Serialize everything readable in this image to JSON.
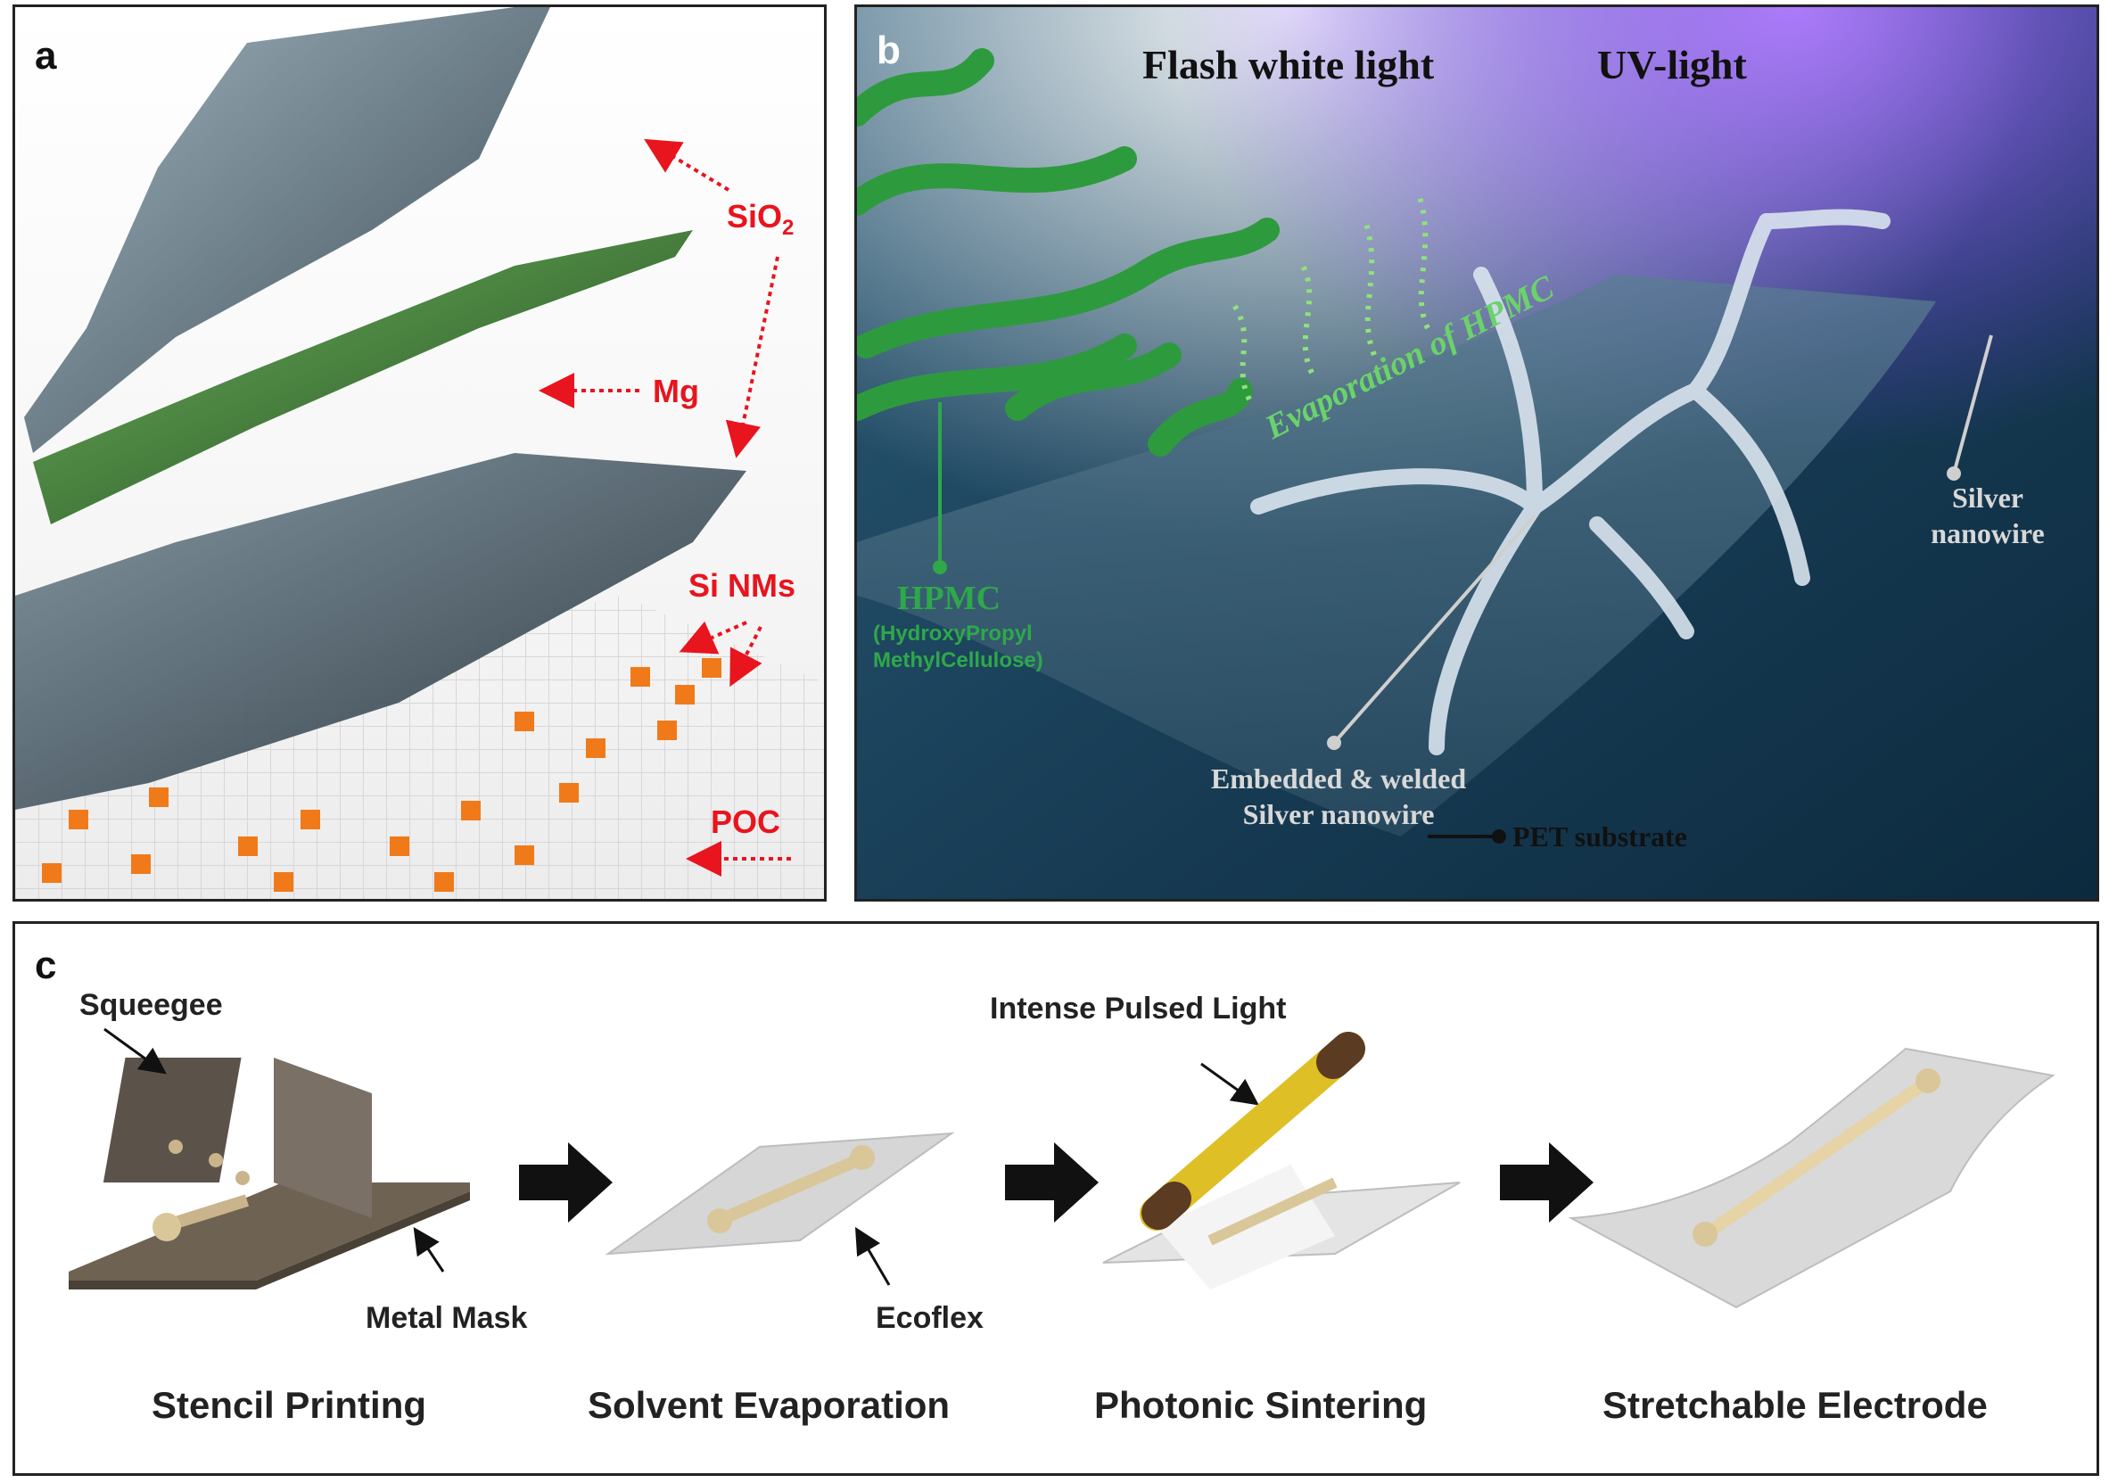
{
  "panel_a": {
    "letter": "a",
    "labels": {
      "sio2": "SiO",
      "sio2_sub": "2",
      "mg": "Mg",
      "si_nms": "Si NMs",
      "poc": "POC"
    },
    "colors": {
      "label": "#e8141e",
      "mg_layer": "#2f6b2a",
      "sio2_layer": "#5d6f7c",
      "poc_block": "#f07a1a"
    }
  },
  "panel_b": {
    "letter": "b",
    "title_left": "Flash white light",
    "title_right": "UV-light",
    "evaporation": "Evaporation of HPMC",
    "hpmc": "HPMC",
    "hpmc_line1": "(HydroxyPropyl",
    "hpmc_line2": "MethylCellulose)",
    "silver_line1": "Silver",
    "silver_line2": "nanowire",
    "embedded_line1": "Embedded & welded",
    "embedded_line2": "Silver nanowire",
    "pet": "PET substrate",
    "colors": {
      "background": "#1b3f57",
      "hpmc": "#2ea84a",
      "uv": "#9b5cff"
    }
  },
  "panel_c": {
    "letter": "c",
    "callouts": {
      "squeegee": "Squeegee",
      "metal_mask": "Metal Mask",
      "ecoflex": "Ecoflex",
      "intense_pulsed_light": "Intense Pulsed Light"
    },
    "steps": [
      "Stencil Printing",
      "Solvent Evaporation",
      "Photonic Sintering",
      "Stretchable Electrode"
    ],
    "colors": {
      "mask": "#6e6253",
      "electrode": "#d9c79a",
      "lamp": "#d9b400"
    }
  }
}
